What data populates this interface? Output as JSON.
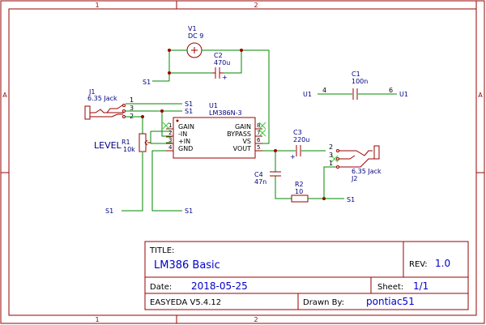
{
  "frame": {
    "columns": [
      "1",
      "2"
    ],
    "rows": [
      "A"
    ]
  },
  "title_block": {
    "title_label": "TITLE:",
    "title_value": "LM386 Basic",
    "rev_label": "REV:",
    "rev_value": "1.0",
    "date_label": "Date:",
    "date_value": "2018-05-25",
    "sheet_label": "Sheet:",
    "sheet_value": "1/1",
    "software": "EASYEDA V5.4.12",
    "drawn_label": "Drawn By:",
    "drawn_value": "pontiac51"
  },
  "components": {
    "v1": {
      "ref": "V1",
      "value": "DC 9"
    },
    "c2": {
      "ref": "C2",
      "value": "470u"
    },
    "c1": {
      "ref": "C1",
      "value": "100n"
    },
    "j1": {
      "ref": "J1",
      "value": "6.35 Jack",
      "pins": [
        "1",
        "3",
        "2"
      ]
    },
    "r1": {
      "ref": "R1",
      "value": "10k",
      "net_label": "LEVEL"
    },
    "u1": {
      "ref": "U1",
      "value": "LM386N-3",
      "left_pins": [
        {
          "num": "1",
          "name": "GAIN"
        },
        {
          "num": "2",
          "name": "-IN"
        },
        {
          "num": "3",
          "name": "+IN"
        },
        {
          "num": "4",
          "name": "GND"
        }
      ],
      "right_pins": [
        {
          "num": "8",
          "name": "GAIN"
        },
        {
          "num": "7",
          "name": "BYPASS"
        },
        {
          "num": "6",
          "name": "VS"
        },
        {
          "num": "5",
          "name": "VOUT"
        }
      ],
      "supply_pin_vs": "6",
      "supply_pin_gnd": "4"
    },
    "c3": {
      "ref": "C3",
      "value": "220u"
    },
    "c4": {
      "ref": "C4",
      "value": "47n"
    },
    "r2": {
      "ref": "R2",
      "value": "10"
    },
    "j2": {
      "ref": "J2",
      "value": "6.35 Jack",
      "pins": [
        "2",
        "3",
        "1"
      ]
    }
  },
  "nets": {
    "s1": "S1",
    "u1": "U1"
  }
}
